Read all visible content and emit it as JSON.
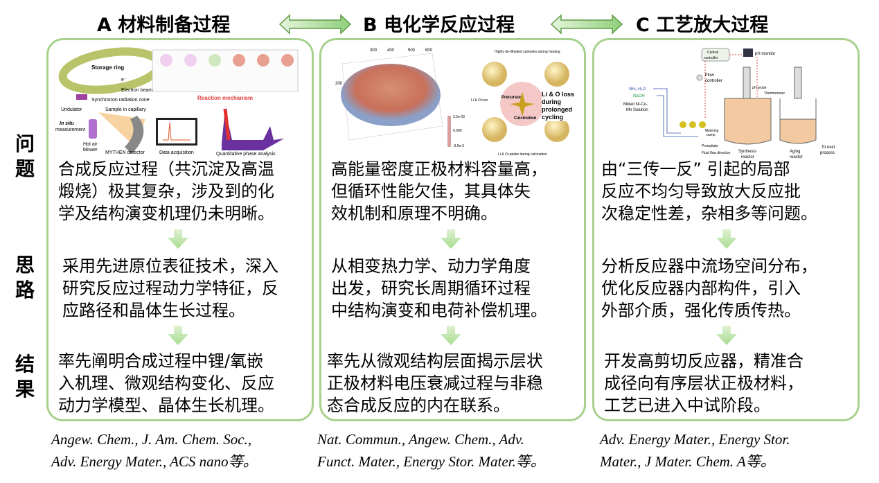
{
  "columns": [
    {
      "title": "A 材料制备过程",
      "problem": [
        "合成反应过程（共沉淀及高温",
        "煅烧）极其复杂，涉及到的化",
        "学及结构演变机理仍未明晰。"
      ],
      "approach": [
        "采用先进原位表征技术，深入",
        "研究反应过程动力学特征，反",
        "应路径和晶体生长过程。"
      ],
      "result": [
        "率先阐明合成过程中锂/氧嵌",
        "入机理、微观结构变化、反应",
        "动力学模型、晶体生长机理。"
      ],
      "refs": [
        "Angew. Chem., J. Am. Chem. Soc.,",
        "Adv. Energy Mater., ACS nano等。"
      ],
      "figure_labels": {
        "ring": "Storage ring",
        "e": "e⁻",
        "beam": "Electron beam",
        "cone": "Synchrotron radiation cone",
        "undulator": "Undulator",
        "sample": "Sample in capillary",
        "insitu": "In situ",
        "measurement": "measurement",
        "hot": "Hot air",
        "blower": "blower",
        "detector": "MYTHEN detector",
        "acq": "Data acquisition",
        "qpa": "Quantitative phase analysis",
        "mech": "Reaction mechanism"
      }
    },
    {
      "title": "B 电化学反应过程",
      "problem": [
        "高能量密度正极材料容量高，",
        "但循环性能欠佳，其具体失",
        "效机制和原理不明确。"
      ],
      "approach": [
        "从相变热力学、动力学角度",
        "出发，研究长周期循环过程",
        "中结构演变和电荷补偿机理。"
      ],
      "result": [
        "率先从微观结构层面揭示层状",
        "正极材料电压衰减过程与非稳",
        "态合成反应的内在联系。"
      ],
      "refs": [
        "Nat. Commun., Angew. Chem., Adv.",
        "Funct. Mater., Energy Stor. Mater.等。"
      ],
      "figure_labels": {
        "precursor": "Precursor",
        "calcination": "Calcination",
        "top": "Highly de-lithiated cathodes during heating",
        "li_loss": "Li & O loss",
        "uptake": "Li & O uptake during calcination",
        "cycling": "Li & O loss during prolonged cycling",
        "cb_max": "3.5e-03",
        "cb_mid": "0.000",
        "cb_min": "-3.5e-3",
        "ticks": [
          "200",
          "300",
          "400",
          "500",
          "600"
        ]
      }
    },
    {
      "title": "C 工艺放大过程",
      "problem": [
        "由“三传一反” 引起的局部",
        "反应不均匀导致放大反应批",
        "次稳定性差，杂相多等问题。"
      ],
      "approach": [
        "分析反应器中流场空间分布，",
        "优化反应器内部构件，引入",
        "外部介质，强化传质传热。"
      ],
      "result": [
        "开发高剪切反应器，精准合",
        "成径向有序层状正极材料，",
        "工艺已进入中试阶段。"
      ],
      "refs": [
        "Adv. Energy Mater., Energy Stor.",
        "Mater., J Mater. Chem. A等。"
      ],
      "figure_labels": {
        "central": "Central",
        "controller": "controller",
        "ph": "pH monitor",
        "flow": "Flow",
        "flowc": "controller",
        "nh3": "NH₃·H₂O",
        "naoh": "NaOH",
        "mixed1": "Mixed Ni-Co-",
        "mixed2": "Mn Solution",
        "probe": "pH probe",
        "thermo": "Thermometer",
        "metering": "Metering",
        "pump": "pump",
        "precip": "Precipitate",
        "fluid": "Fluid flow direction",
        "syn1": "Synthesis",
        "syn2": "reactor",
        "aging1": "Aging",
        "aging2": "reactor",
        "next1": "To next",
        "next2": "process"
      }
    }
  ],
  "row_labels": {
    "problem": "问题",
    "approach": "思路",
    "result": "结果"
  },
  "colors": {
    "border": "#a9d18e",
    "arrow": "#92d050"
  }
}
